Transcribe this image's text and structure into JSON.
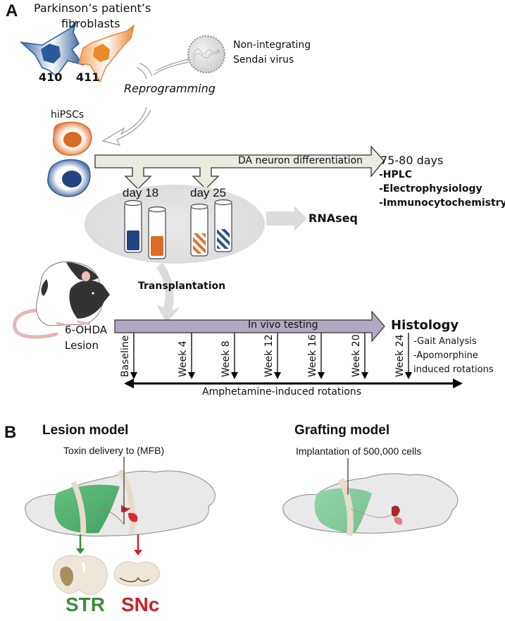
{
  "panel_a": {
    "letter": "A",
    "fibroblasts_title_line1": "Parkinson’s patient’s",
    "fibroblasts_title_line2": "fibroblasts",
    "cell_line_1": "410",
    "cell_line_2": "411",
    "virus_line1": "Non-integrating",
    "virus_line2": "Sendai virus",
    "reprogramming": "Reprogramming",
    "hipscs": "hiPSCs",
    "differentiation_label": "DA neuron differentiation",
    "endpoint_days": "75-80 days",
    "endpoint_assays": [
      "-HPLC",
      "-Electrophysiology",
      "-Immunocytochemistry"
    ],
    "day_18": "day 18",
    "day_25": "day 25",
    "rnaseq": "RNAseq",
    "transplantation": "Transplantation",
    "lesion_line1": "6-OHDA",
    "lesion_line2": "Lesion",
    "in_vivo_label": "In vivo testing",
    "timepoints": [
      "Baseline",
      "Week 4",
      "Week 8",
      "Week 12",
      "Week 16",
      "Week 20",
      "Week 24"
    ],
    "histology": "Histology",
    "histology_items": [
      "-Gait Analysis",
      "-Apomorphine",
      "induced rotations"
    ],
    "amphetamine": "Amphetamine-induced rotations"
  },
  "panel_b": {
    "letter": "B",
    "lesion_title": "Lesion model",
    "lesion_annotation": "Toxin delivery to (MFB)",
    "grafting_title": "Grafting model",
    "grafting_annotation": "Implantation of 500,000 cells",
    "str_label": "STR",
    "snc_label": "SNc"
  },
  "colors": {
    "blue": "#2a4f8f",
    "orange": "#e07a2e",
    "str_green": "#3f8a3a",
    "snc_red": "#c8232c",
    "timeline_purple": "#b2a8bf",
    "diff_bar": "#ecebe0"
  }
}
